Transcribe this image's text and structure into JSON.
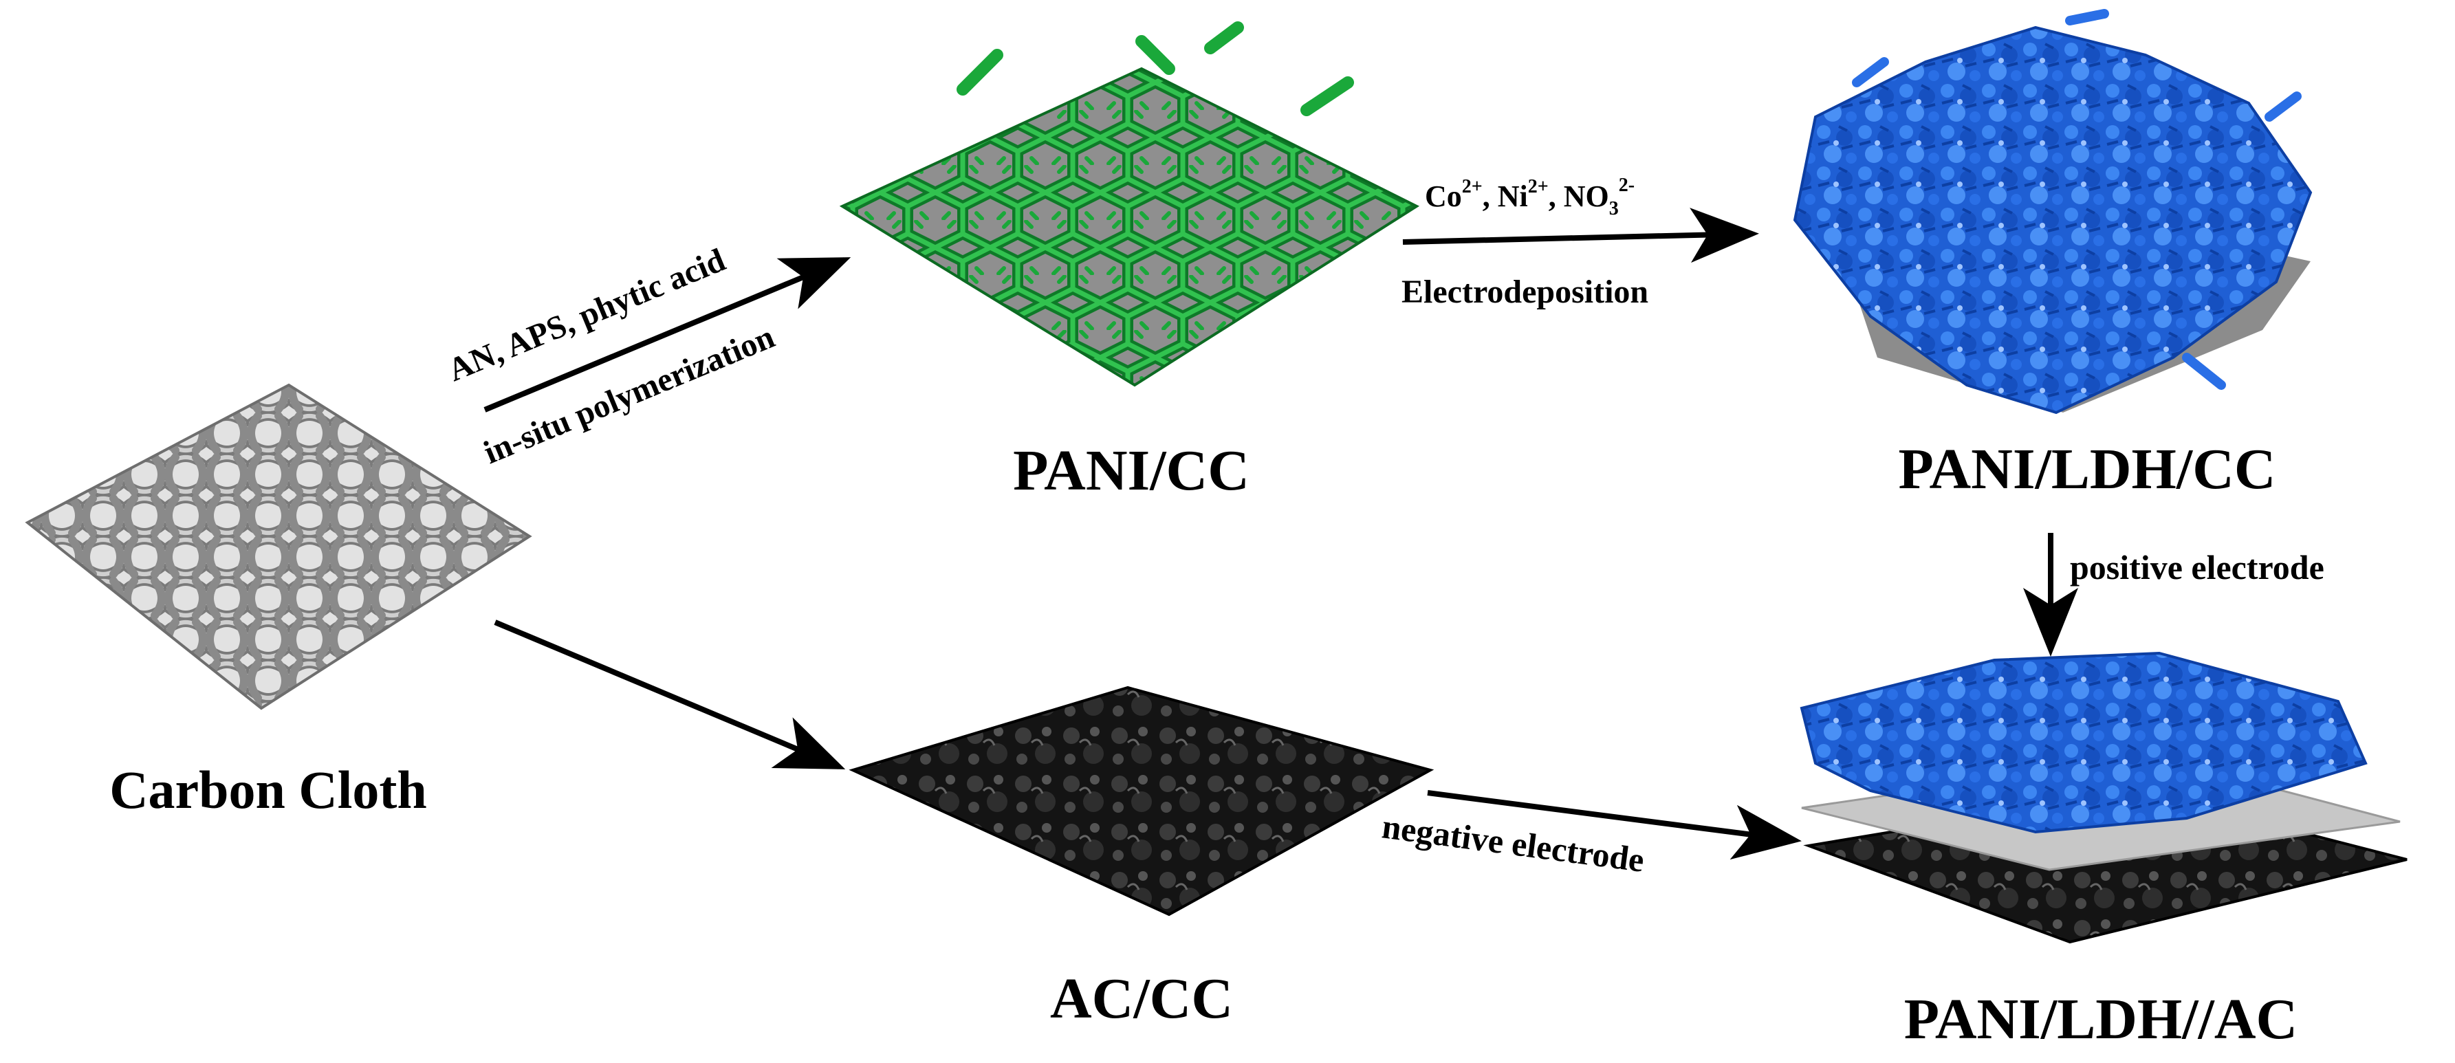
{
  "diagram": {
    "nodes": {
      "carbon_cloth": {
        "label": "Carbon Cloth"
      },
      "pani_cc": {
        "label": "PANI/CC"
      },
      "pani_ldh_cc": {
        "label": "PANI/LDH/CC"
      },
      "ac_cc": {
        "label": "AC/CC"
      },
      "device": {
        "label": "PANI/LDH//AC"
      }
    },
    "arrows": {
      "to_pani": {
        "label_top": "AN, APS, phytic acid",
        "label_bottom": "in-situ polymerization"
      },
      "to_ldh": {
        "ions_co": "Co",
        "ions_co_sup": "2+",
        "sep1": ", ",
        "ions_ni": "Ni",
        "ions_ni_sup": "2+",
        "sep2": ", ",
        "ions_no": "NO",
        "ions_no_sub": "3",
        "ions_no_sup": "2-",
        "label_bottom": "Electrodeposition"
      },
      "to_device_positive": {
        "label": "positive electrode"
      },
      "to_device_negative": {
        "label": "negative electrode"
      }
    },
    "colors": {
      "cloth_gray": "#9c9c9c",
      "pani_green": "#1aa83a",
      "ldh_blue": "#1f66e0",
      "ac_black": "#161616",
      "separator_gray": "#c7c7c7",
      "arrow": "#000000"
    }
  }
}
